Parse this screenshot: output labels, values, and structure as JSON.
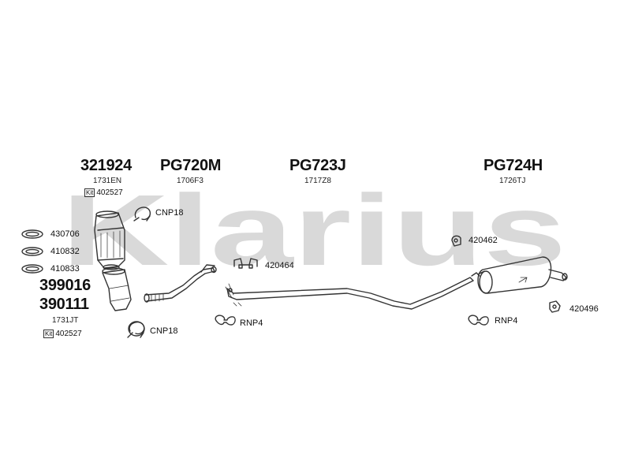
{
  "watermark": "Klarius",
  "groups": [
    {
      "ref": "321924",
      "code": "1731EN",
      "kit_prefix": "Kit",
      "kit_number": "402527"
    },
    {
      "ref": "PG720M",
      "code": "1706F3"
    },
    {
      "ref": "PG723J",
      "code": "1717Z8"
    },
    {
      "ref": "PG724H",
      "code": "1726TJ"
    }
  ],
  "left_refs": [
    "399016",
    "390111"
  ],
  "left_code": "1731JT",
  "left_kit": {
    "prefix": "Kit",
    "number": "402527"
  },
  "parts": {
    "cnp18_top": "CNP18",
    "cnp18_bottom": "CNP18",
    "g430706": "430706",
    "g410832": "410832",
    "g410833": "410833",
    "r420464": "420464",
    "r420462": "420462",
    "r420496": "420496",
    "rnp4_left": "RNP4",
    "rnp4_right": "RNP4"
  },
  "colors": {
    "line": "#333333",
    "watermark": "#d9d9d9"
  }
}
